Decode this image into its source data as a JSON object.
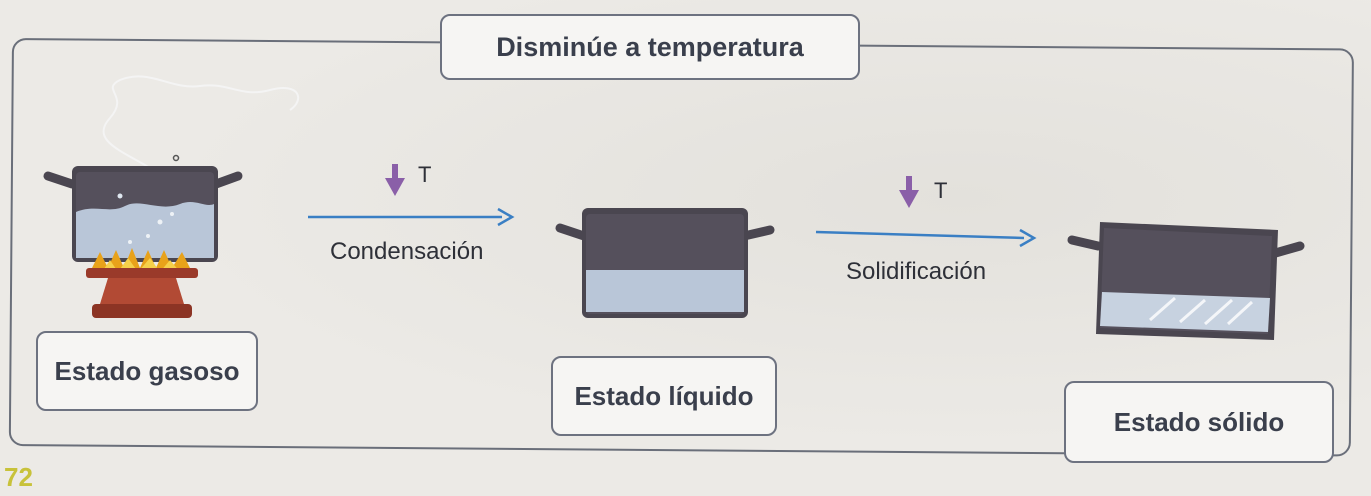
{
  "title": "Disminúe a temperatura",
  "states": {
    "gas": "Estado gasoso",
    "liquid": "Estado líquido",
    "solid": "Estado sólido"
  },
  "processes": {
    "condensation": "Condensación",
    "solidification": "Solidificación"
  },
  "temperature_symbol": "T",
  "page_number": "72",
  "colors": {
    "arrow": "#3a7fc4",
    "down_arrow": "#8a5fa8",
    "pot": "#4a4650",
    "water": "#b9c6d8",
    "flame": "#e8a21a",
    "page_number": "#c8c23a"
  }
}
